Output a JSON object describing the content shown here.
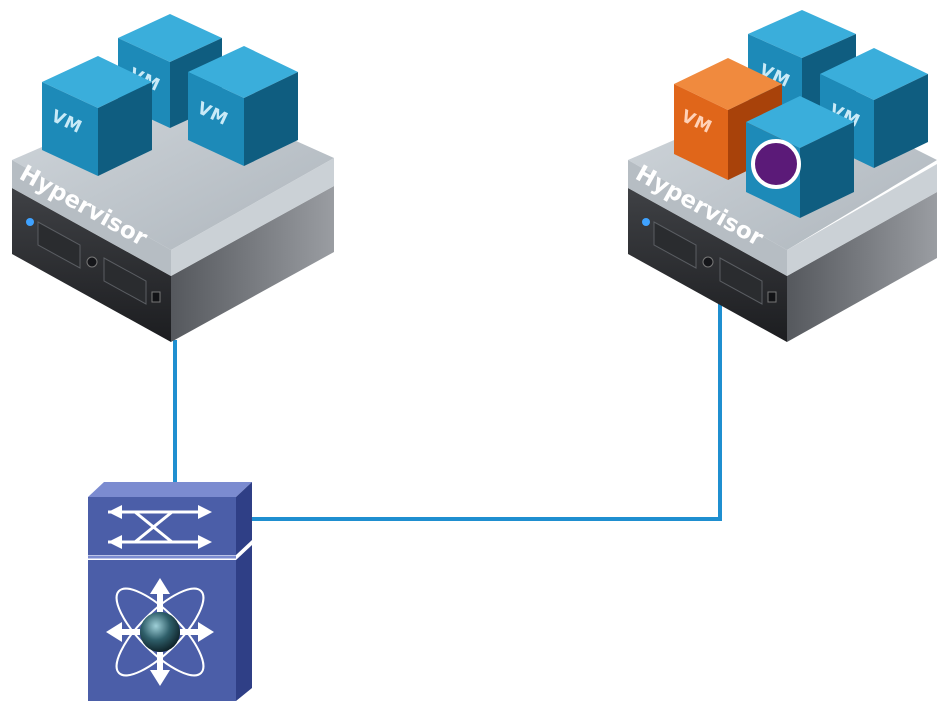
{
  "hosts": [
    {
      "hypervisor_label": "Hypervisor",
      "vms": [
        {
          "label": "VM",
          "color": "#1d8ab8"
        },
        {
          "label": "VM",
          "color": "#1d8ab8"
        },
        {
          "label": "VM",
          "color": "#1d8ab8"
        }
      ]
    },
    {
      "hypervisor_label": "Hypervisor",
      "vms": [
        {
          "label": "VM",
          "color": "#1d8ab8"
        },
        {
          "label": "VM",
          "color": "#1d8ab8"
        },
        {
          "label": "VM",
          "color": "#e0661a"
        },
        {
          "label": "",
          "color": "#1d8ab8",
          "badge_color": "#5b1a78"
        }
      ]
    }
  ],
  "switch": {
    "icon": "nexus-switch-icon",
    "color": "#4b5ea8"
  },
  "link_color": "#1f8fd0"
}
